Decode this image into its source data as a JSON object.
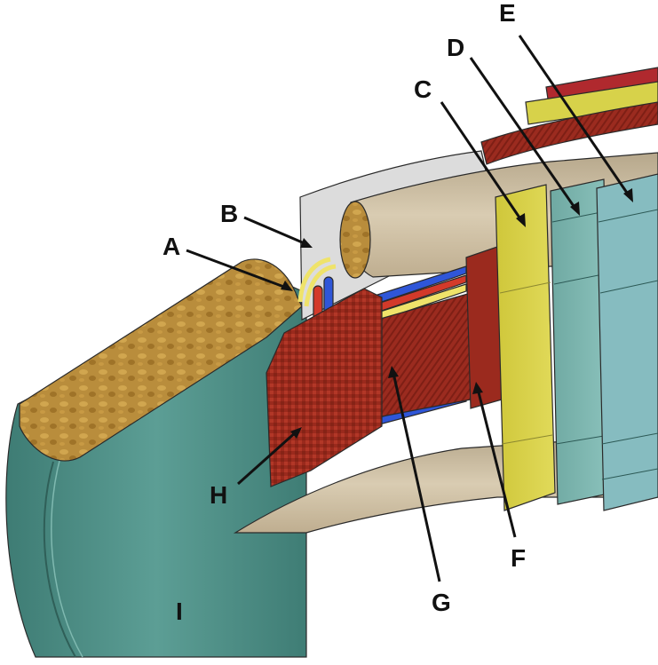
{
  "labels": {
    "A": "A",
    "B": "B",
    "C": "C",
    "D": "D",
    "E": "E",
    "F": "F",
    "G": "G",
    "H": "H",
    "I": "I"
  },
  "colors": {
    "teal_shell": "#4f8f86",
    "cork_block": "#b58a3a",
    "beige_tube": "#cdbfa3",
    "grey_backplate": "#d8d8d8",
    "red_winding": "#9b2a1e",
    "yellow_plate": "#d7d24a",
    "glass_layer": "#7fb7b2",
    "blue_layer": "#9cc9e2",
    "wire_blue": "#2f56d8",
    "wire_red": "#d33a2a",
    "wire_yellow": "#efe36a"
  }
}
